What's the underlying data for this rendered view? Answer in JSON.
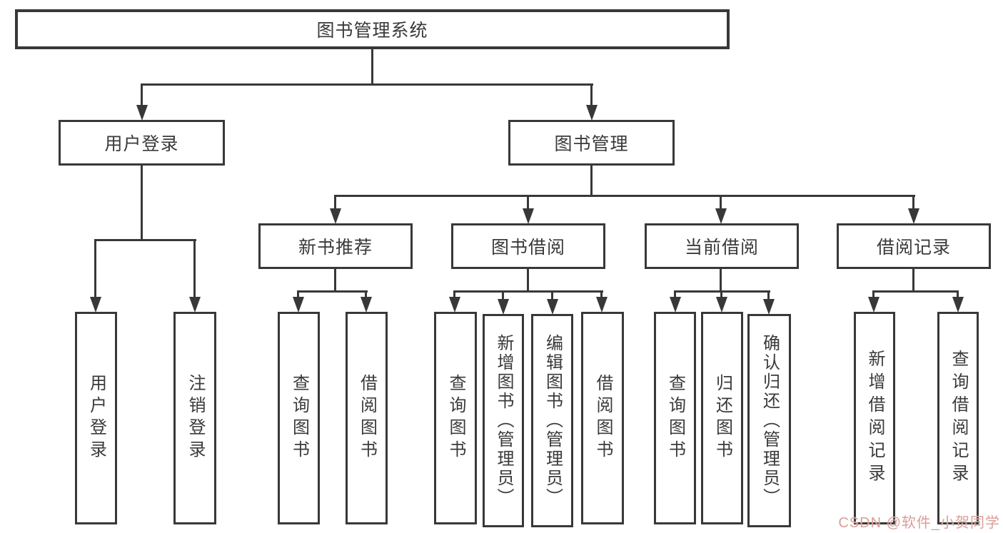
{
  "colors": {
    "line": "#383838",
    "box_background": "#ffffff",
    "text": "#3a3a3a",
    "watermark_pink": "#d89992"
  },
  "watermark": {
    "text": "CSDN @软件_小贺同学"
  },
  "tree": {
    "label": "图书管理系统",
    "children": [
      {
        "label": "用户登录",
        "children": [
          {
            "label": "用户登录"
          },
          {
            "label": "注销登录"
          }
        ]
      },
      {
        "label": "图书管理",
        "children": [
          {
            "label": "新书推荐",
            "children": [
              {
                "label": "查询图书"
              },
              {
                "label": "借阅图书"
              }
            ]
          },
          {
            "label": "图书借阅",
            "children": [
              {
                "label": "查询图书"
              },
              {
                "label": "新增图书（管理员）"
              },
              {
                "label": "编辑图书（管理员）"
              },
              {
                "label": "借阅图书"
              }
            ]
          },
          {
            "label": "当前借阅",
            "children": [
              {
                "label": "查询图书"
              },
              {
                "label": "归还图书"
              },
              {
                "label": "确认归还（管理员）"
              }
            ]
          },
          {
            "label": "借阅记录",
            "children": [
              {
                "label": "新增借阅记录"
              },
              {
                "label": "查询借阅记录"
              }
            ]
          }
        ]
      }
    ]
  }
}
